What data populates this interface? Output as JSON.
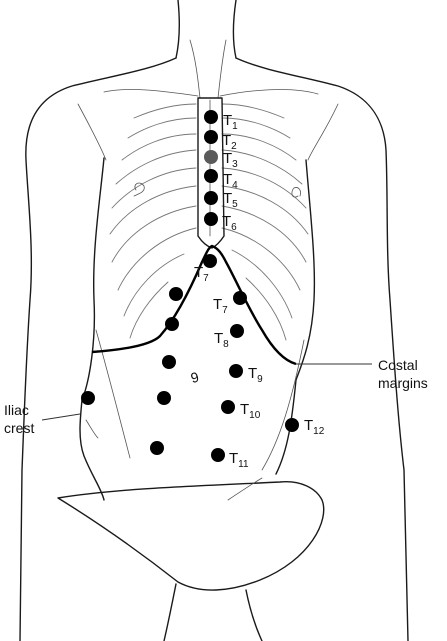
{
  "labels": {
    "t1": {
      "main": "T",
      "sub": "1"
    },
    "t2": {
      "main": "T",
      "sub": "2"
    },
    "t3": {
      "main": "T",
      "sub": "3"
    },
    "t4": {
      "main": "T",
      "sub": "4"
    },
    "t5": {
      "main": "T",
      "sub": "5"
    },
    "t6": {
      "main": "T",
      "sub": "6"
    },
    "t7a": {
      "main": "T",
      "sub": "7"
    },
    "t7b": {
      "main": "T",
      "sub": "7"
    },
    "t8": {
      "main": "T",
      "sub": "8"
    },
    "t9": {
      "main": "T",
      "sub": "9"
    },
    "t10": {
      "main": "T",
      "sub": "10"
    },
    "t11": {
      "main": "T",
      "sub": "11"
    },
    "t12": {
      "main": "T",
      "sub": "12"
    }
  },
  "annotations": {
    "costal_line1": "Costal",
    "costal_line2": "margins",
    "iliac_line1": "Iliac",
    "iliac_line2": "crest"
  },
  "umbilicus_glyph": "9",
  "colors": {
    "dot": "#000000",
    "t3_dot": "#5a5a5a",
    "outline": "#1a1a1a"
  }
}
